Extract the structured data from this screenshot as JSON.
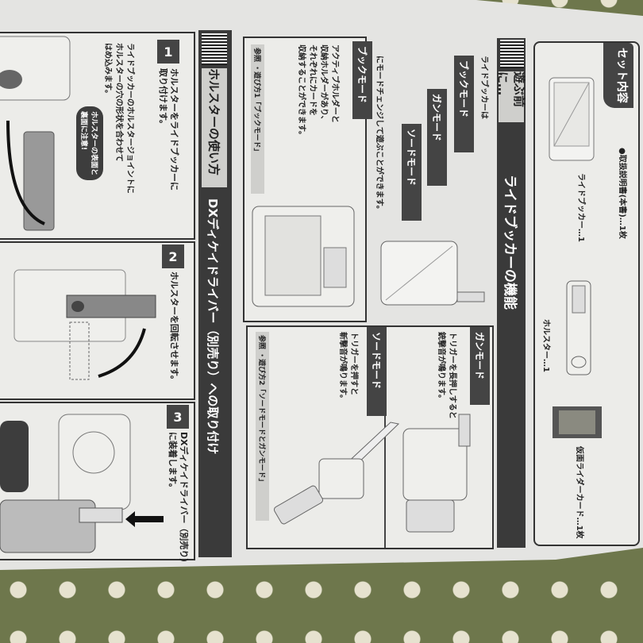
{
  "set_contents": {
    "title": "セット内容",
    "items": [
      "●取扱説明書(本書)…1枚",
      "ライドブッカー…1",
      "ホルスター…1",
      "仮面ライダーカード…1枚"
    ]
  },
  "before_play": {
    "title": "遊ぶ前に…",
    "section_title": "ライドブッカーの機能",
    "intro_prefix": "ライドブッカーは",
    "modes": [
      "ブックモード",
      "ガンモード",
      "ソードモード"
    ],
    "intro_suffix": "にモードチェンジして遊ぶことができます。",
    "book_mode": {
      "label": "ブックモード",
      "text": [
        "アクティブホルダーと",
        "収納ホルダーがあり、",
        "それぞれにカードを",
        "収納することができます。"
      ],
      "ref_label": "参照",
      "ref": "・遊び方1「ブックモード」"
    },
    "gun_mode": {
      "label": "ガンモード",
      "text": [
        "トリガーを長押しすると",
        "銃撃音が鳴ります。"
      ]
    },
    "sword_mode": {
      "label": "ソードモード",
      "text": [
        "トリガーを押すと",
        "斬撃音が鳴ります。"
      ],
      "ref_label": "参照",
      "ref": "・遊び方2「ソードモードとガンモード」"
    }
  },
  "holster": {
    "title": "ホルスターの使い方",
    "section_title": "DXディケイドライバー（別売り）への取り付け",
    "steps": [
      {
        "num": "1",
        "heading": [
          "ホルスターをライドブッカーに",
          "取り付けます。"
        ],
        "text": [
          "ライドブッカーのホルスタージョイントに",
          "ホルスターの穴の形状を合わせて",
          "はめ込みます。"
        ],
        "note": [
          "ホルスターの表面と",
          "裏面に注意!"
        ]
      },
      {
        "num": "2",
        "heading": [
          "ホルスターを回転させます。"
        ]
      },
      {
        "num": "3",
        "heading": [
          "DXディケイドライバー（別売り）",
          "に装着します。"
        ]
      }
    ]
  }
}
